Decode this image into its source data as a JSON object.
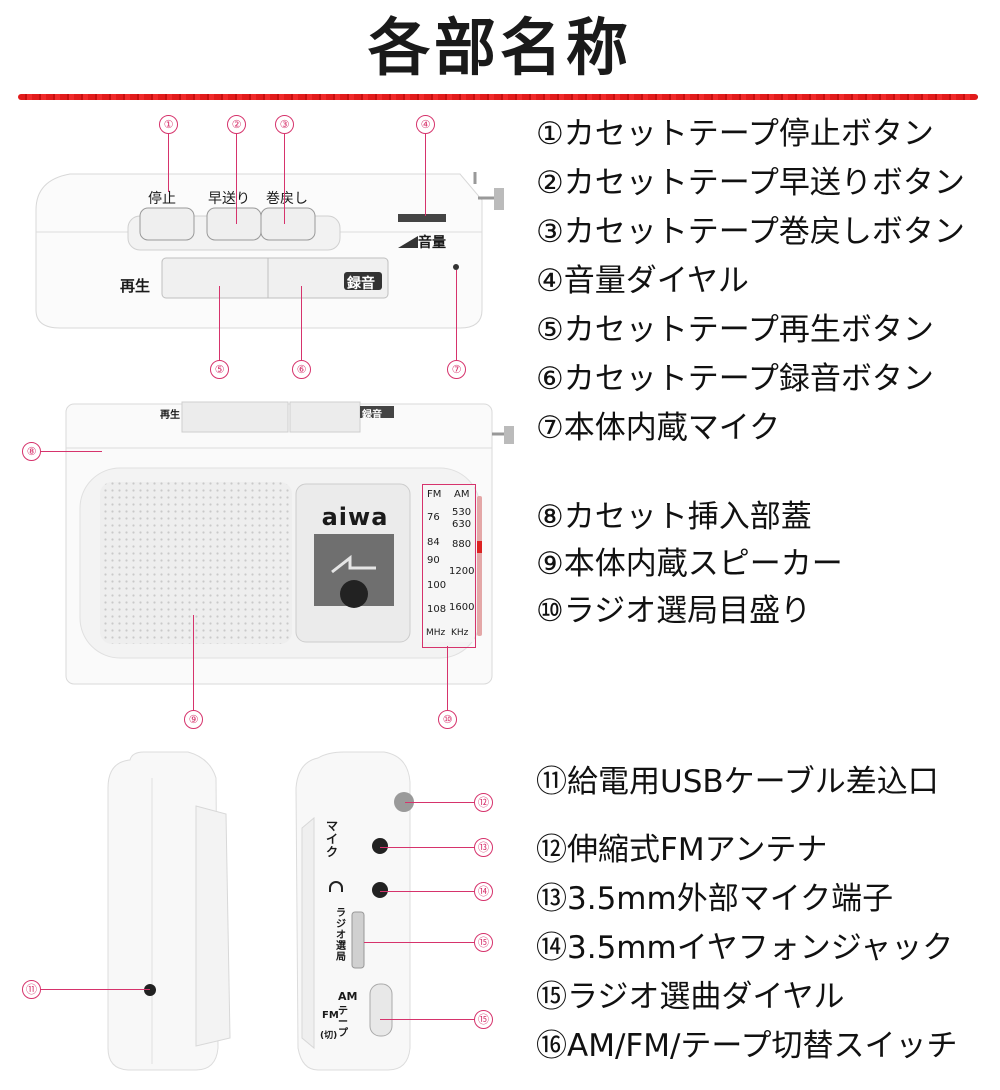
{
  "title": "各部名称",
  "colors": {
    "accent": "#e21b1b",
    "callout": "#d6336c"
  },
  "legend": [
    "①カセットテープ停止ボタン",
    "②カセットテープ早送りボタン",
    "③カセットテープ巻戻しボタン",
    "④音量ダイヤル",
    "⑤カセットテープ再生ボタン",
    "⑥カセットテープ録音ボタン",
    "⑦本体内蔵マイク",
    "⑧カセット挿入部蓋",
    "⑨本体内蔵スピーカー",
    "⑩ラジオ選局目盛り",
    "⑪給電用USBケーブル差込口",
    "⑫伸縮式FMアンテナ",
    "⑬3.5mm外部マイク端子",
    "⑭3.5mmイヤフォンジャック",
    "⑮ラジオ選曲ダイヤル",
    "⑯AM/FM/テープ切替スイッチ"
  ],
  "callouts": [
    "①",
    "②",
    "③",
    "④",
    "⑤",
    "⑥",
    "⑦",
    "⑧",
    "⑨",
    "⑩",
    "⑪",
    "⑫",
    "⑬",
    "⑭",
    "⑮",
    "⑮"
  ],
  "top_view": {
    "stop": "停止",
    "ff": "早送り",
    "rew": "巻戻し",
    "volume": "音量",
    "play": "再生",
    "rec": "録音"
  },
  "front_view": {
    "brand": "aiwa",
    "play": "再生",
    "rec": "録音",
    "fm_header": "FM",
    "am_header": "AM",
    "fm_scale": [
      "76",
      "84",
      "90",
      "100",
      "108"
    ],
    "am_scale": [
      "530",
      "630",
      "880",
      "1200",
      "1600"
    ],
    "fm_unit": "MHz",
    "am_unit": "KHz"
  },
  "side_view": {
    "mic": "マイク",
    "tuning": "ラジオ選局",
    "switch_am": "AM",
    "switch_tape": "テープ",
    "switch_fm": "FM",
    "switch_off": "(切)"
  }
}
